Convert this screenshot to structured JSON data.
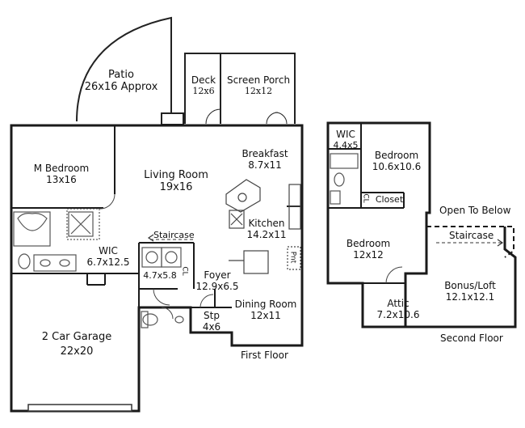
{
  "first_floor": {
    "caption": "First Floor",
    "rooms": {
      "patio": {
        "name": "Patio",
        "dims": "26x16 Approx"
      },
      "deck": {
        "name": "Deck",
        "dims": "12x6"
      },
      "screen_porch": {
        "name": "Screen Porch",
        "dims": "12x12"
      },
      "breakfast": {
        "name": "Breakfast",
        "dims": "8.7x11"
      },
      "m_bedroom": {
        "name": "M Bedroom",
        "dims": "13x16"
      },
      "living_room": {
        "name": "Living Room",
        "dims": "19x16"
      },
      "kitchen": {
        "name": "Kitchen",
        "dims": "14.2x11"
      },
      "wic": {
        "name": "WIC",
        "dims": "6.7x12.5"
      },
      "laundry": {
        "dims": "4.7x5.8"
      },
      "foyer": {
        "name": "Foyer",
        "dims": "12.9x6.5"
      },
      "dining_room": {
        "name": "Dining Room",
        "dims": "12x11"
      },
      "stp": {
        "name": "Stp",
        "dims": "4x6"
      },
      "garage": {
        "name": "2 Car Garage",
        "dims": "22x20"
      }
    },
    "labels": {
      "staircase": "Staircase",
      "closet": "CL",
      "pantry": "Pnt"
    }
  },
  "second_floor": {
    "caption": "Second Floor",
    "rooms": {
      "wic": {
        "name": "WIC",
        "dims": "4.4x5"
      },
      "bedroom_1": {
        "name": "Bedroom",
        "dims": "10.6x10.6"
      },
      "bedroom_2": {
        "name": "Bedroom",
        "dims": "12x12"
      },
      "attic": {
        "name": "Attic",
        "dims": "7.2x10.6"
      },
      "bonus_loft": {
        "name": "Bonus/Loft",
        "dims": "12.1x12.1"
      }
    },
    "labels": {
      "closet": "Closet",
      "closet_short": "CL",
      "open_to_below": "Open To Below",
      "staircase": "Staircase"
    }
  },
  "colors": {
    "wall": "#1a1a1a",
    "fixture": "#555555",
    "background": "#ffffff"
  }
}
